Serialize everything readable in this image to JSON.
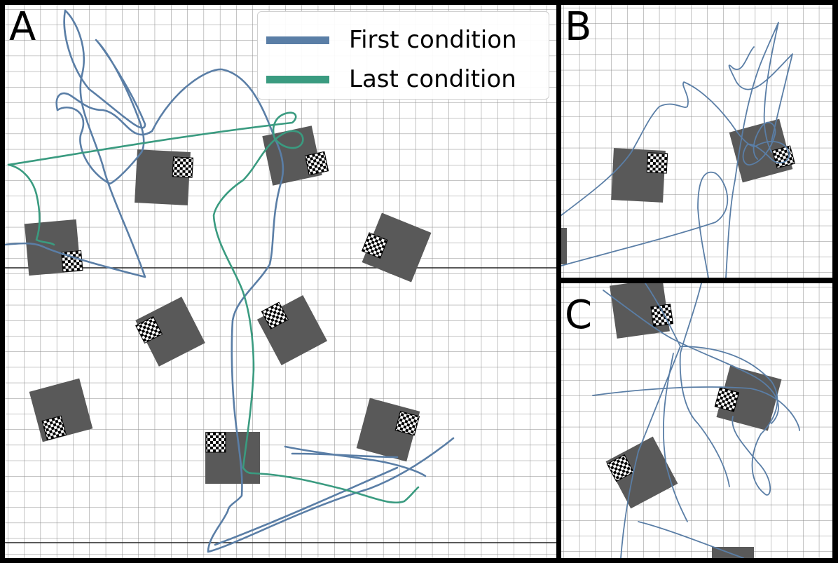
{
  "colors": {
    "first": "#5a7ea6",
    "last": "#3a9b80",
    "grid": "#8a8a8a",
    "arena": "#000000",
    "block": "#595959"
  },
  "panels": {
    "a": {
      "label": "A"
    },
    "b": {
      "label": "B"
    },
    "c": {
      "label": "C"
    }
  },
  "legend": {
    "items": [
      {
        "label": "First condition",
        "color": "#5a7ea6"
      },
      {
        "label": "Last condition",
        "color": "#3a9b80"
      }
    ]
  }
}
